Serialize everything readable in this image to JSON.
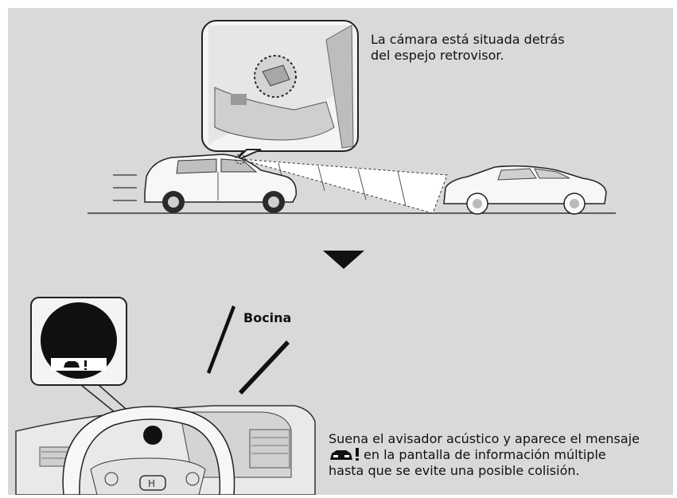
{
  "camera_caption": {
    "line1": "La cámara está situada detrás",
    "line2": "del espejo retrovisor."
  },
  "horn_label": "Bocina",
  "warning_caption": {
    "line1": "Suena el avisador acústico y aparece el mensaje",
    "line2": "en la pantalla de información múltiple",
    "line3": "hasta que se evite una posible colisión."
  },
  "icons": {
    "warning_symbol": "car-collision-warning-icon",
    "arrow": "down-arrow-icon",
    "steering": "honda-logo-icon"
  },
  "colors": {
    "background": "#d9d9d9",
    "callout_fill": "#f2f2f2",
    "display_black": "#111111"
  }
}
